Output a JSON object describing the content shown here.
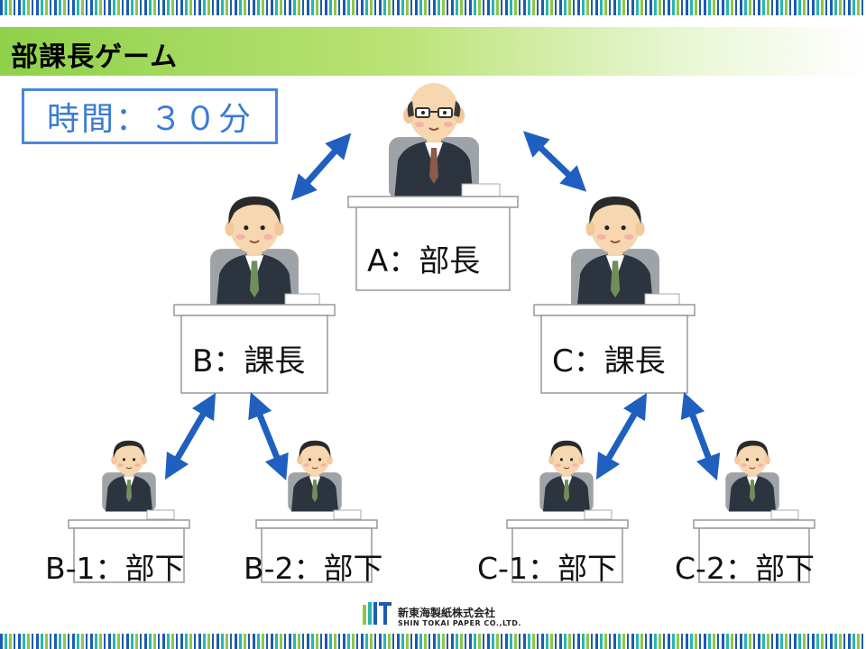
{
  "slide": {
    "title": "部課長ゲーム",
    "time_label": "時間：３０分"
  },
  "nodes": {
    "a": "A：部長",
    "b": "B：課長",
    "c": "C：課長",
    "b1": "B-1：部下",
    "b2": "B-2：部下",
    "c1": "C-1：部下",
    "c2": "C-2：部下"
  },
  "logo": {
    "name_jp": "新東海製紙株式会社",
    "name_en": "SHIN TOKAI PAPER CO.,LTD."
  },
  "colors": {
    "arrow": "#1f5fbf",
    "time_border": "#4a86d8",
    "title_band": "#8fd14a"
  }
}
